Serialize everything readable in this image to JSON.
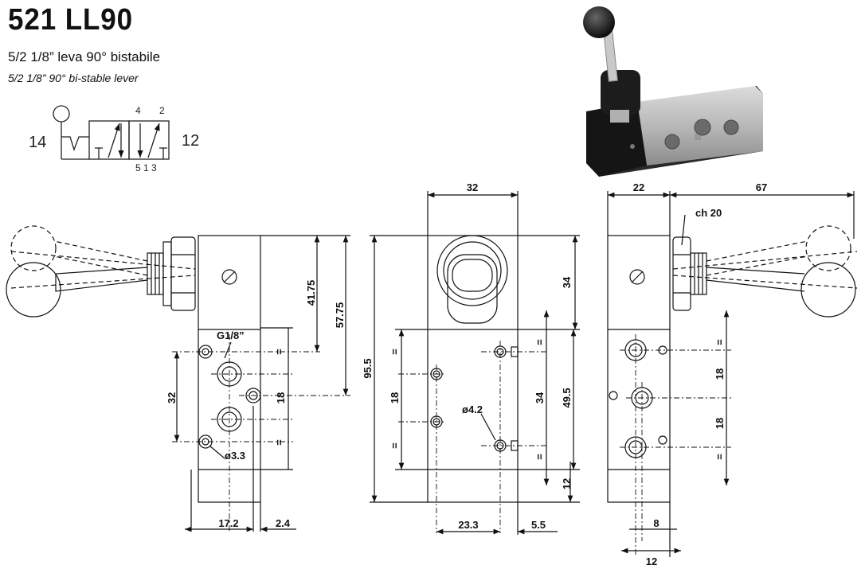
{
  "header": {
    "model": "521 LL90",
    "desc_it": "5/2 1/8” leva 90° bistabile",
    "desc_en": "5/2 1/8” 90° bi-stable lever"
  },
  "symbol": {
    "port_left": "14",
    "port_right": "12",
    "port_4": "4",
    "port_2": "2",
    "port_bottom": "5 1 3"
  },
  "left_view": {
    "thread_label": "G1/8”",
    "hole_label": "ø3.3",
    "dim_32": "32",
    "dim_41_75": "41.75",
    "dim_57_75": "57.75",
    "dim_18": "18",
    "dim_17_2": "17.2",
    "dim_2_4": "2.4",
    "eq": "="
  },
  "mid_view": {
    "dim_32": "32",
    "dim_34_top": "34",
    "dim_95_5": "95.5",
    "dim_18": "18",
    "dim_34": "34",
    "dim_49_5": "49.5",
    "dim_12": "12",
    "hole_label": "ø4.2",
    "dim_23_3": "23.3",
    "dim_5_5": "5.5",
    "eq": "="
  },
  "right_view": {
    "dim_22": "22",
    "dim_67": "67",
    "hex_label": "ch 20",
    "dim_18a": "18",
    "dim_18b": "18",
    "dim_8": "8",
    "dim_12": "12",
    "eq": "="
  }
}
